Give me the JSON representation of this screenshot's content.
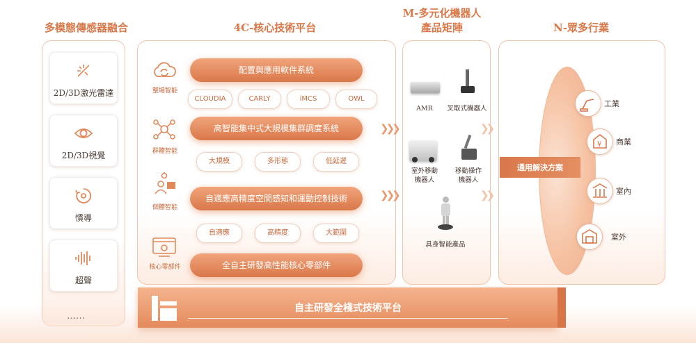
{
  "headers": {
    "sensors": "多模態傳感器融合",
    "platform": "4C-核心技術平台",
    "products_line1": "M-多元化機器人",
    "products_line2": "產品矩陣",
    "industries": "N-眾多行業"
  },
  "sensors": [
    {
      "label": "2D/3D激光雷達",
      "icon": "lidar-icon"
    },
    {
      "label": "2D/3D視覺",
      "icon": "eye-icon"
    },
    {
      "label": "慣導",
      "icon": "inertial-icon"
    },
    {
      "label": "超聲",
      "icon": "ultrasound-icon"
    }
  ],
  "sensors_more": "……",
  "platform": {
    "rows": [
      {
        "side_label": "整場智能",
        "pill": "配置與應用軟件系統",
        "tags": [
          "CLOUDIA",
          "CARLY",
          "iMCS",
          "OWL"
        ]
      },
      {
        "side_label": "群體智能",
        "pill": "高智能集中式大規模集群調度系統",
        "tags": [
          "大規模",
          "多形態",
          "低延遲"
        ]
      },
      {
        "side_label": "個體智能",
        "pill": "自適應高精度空間感知和運動控制技術",
        "tags": [
          "自適應",
          "高精度",
          "大範圍"
        ]
      },
      {
        "side_label": "核心零部件",
        "pill": "全自主研發高性能核心零部件",
        "tags": []
      }
    ]
  },
  "products": [
    {
      "label": "AMR"
    },
    {
      "label": "叉取式機器人"
    },
    {
      "label": "室外移動\n機器人"
    },
    {
      "label": "移動操作\n機器人"
    },
    {
      "label": "具身智能產品"
    }
  ],
  "solution_label": "通用解決方案",
  "industries": [
    {
      "label": "工業",
      "icon": "robot-arm-icon"
    },
    {
      "label": "商業",
      "icon": "shop-icon"
    },
    {
      "label": "室內",
      "icon": "building-icon"
    },
    {
      "label": "室外",
      "icon": "warehouse-icon"
    }
  ],
  "base_label": "自主研發全棧式技術平台",
  "colors": {
    "accent": "#d9784a",
    "light": "#f1a47b",
    "border": "#f0c4ab"
  }
}
